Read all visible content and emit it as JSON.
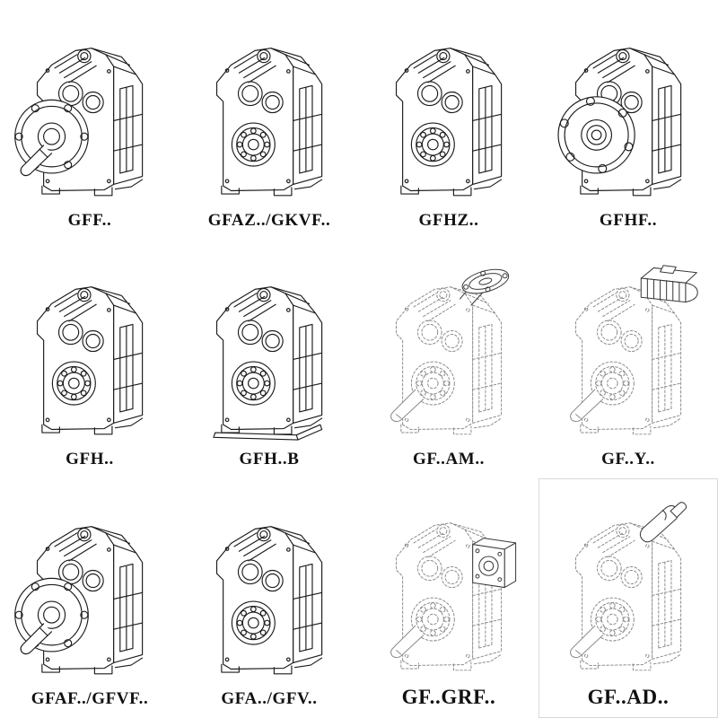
{
  "page": {
    "background": "#ffffff",
    "kind": "gearbox-catalog-grid"
  },
  "colors": {
    "line": "#1c1c1c",
    "dashed_line": "#8a8a8a",
    "attachment_line": "#3a3a3a",
    "label": "#111111",
    "box_border": "#d8d8d8"
  },
  "grid": {
    "columns": 4,
    "rows": 3
  },
  "cells": [
    {
      "label": "GFF..",
      "drawing": "gearbox-output-flange-solid-shaft",
      "line_style": "solid",
      "layers": [
        "body-plain",
        "flange-shaft"
      ]
    },
    {
      "label": "GFAZ../GKVF..",
      "drawing": "gearbox-hollow-shaft",
      "line_style": "solid",
      "layers": [
        "body"
      ]
    },
    {
      "label": "GFHZ..",
      "drawing": "gearbox-hollow-shaft-shrink-disc",
      "line_style": "solid",
      "layers": [
        "body"
      ]
    },
    {
      "label": "GFHF..",
      "drawing": "gearbox-flange-hollow-shaft",
      "line_style": "solid",
      "layers": [
        "body-plain",
        "flange-front"
      ]
    },
    {
      "label": "GFH..",
      "drawing": "gearbox-hollow-shaft-foot",
      "line_style": "solid",
      "layers": [
        "body"
      ]
    },
    {
      "label": "GFH..B",
      "drawing": "gearbox-hollow-shaft-base-plate",
      "line_style": "solid",
      "layers": [
        "body",
        "base"
      ]
    },
    {
      "label": "GF..AM..",
      "drawing": "gearbox-iec-motor-adapter-flange",
      "line_style": "dashed",
      "layers": [
        "body-dashed",
        "shaft-dash",
        "plate-am"
      ]
    },
    {
      "label": "GF..Y..",
      "drawing": "gearbox-with-mounted-motor",
      "line_style": "dashed",
      "layers": [
        "body-dashed",
        "shaft-dash",
        "motor"
      ]
    },
    {
      "label": "GFAF../GFVF..",
      "drawing": "gearbox-output-flange-solid-shaft",
      "line_style": "solid",
      "layers": [
        "body-plain",
        "flange-shaft"
      ]
    },
    {
      "label": "GFA../GFV..",
      "drawing": "gearbox-hollow-shaft",
      "line_style": "solid",
      "layers": [
        "body"
      ]
    },
    {
      "label": "GF..GRF..",
      "drawing": "gearbox-adapter-flange-box",
      "line_style": "dashed",
      "layers": [
        "body-dashed",
        "shaft-dash",
        "adapter-grf"
      ]
    },
    {
      "label": "GF..AD..",
      "drawing": "gearbox-input-shaft-adapter",
      "line_style": "dashed",
      "layers": [
        "body-dashed",
        "shaft-dash",
        "input-ad"
      ]
    }
  ]
}
